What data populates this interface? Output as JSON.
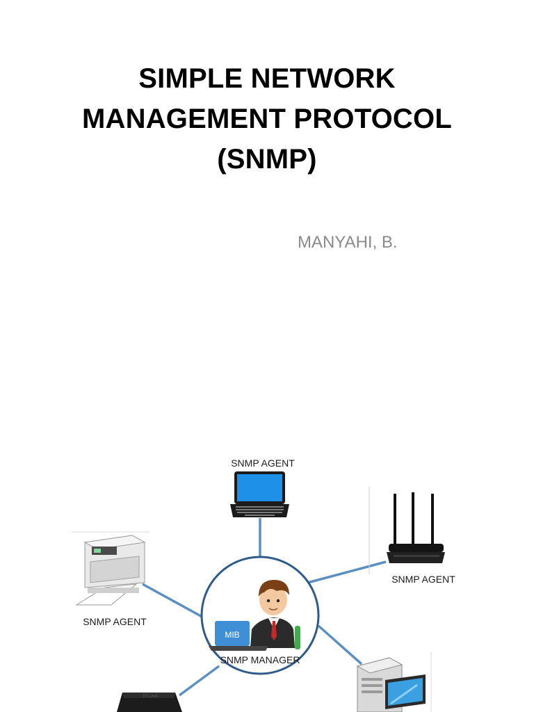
{
  "slide": {
    "title_lines": [
      "SIMPLE NETWORK",
      "MANAGEMENT PROTOCOL",
      "(SNMP)"
    ],
    "author": "MANYAHI, B."
  },
  "diagram": {
    "agent_top_label": "SNMP AGENT",
    "agent_router_label": "SNMP AGENT",
    "agent_printer_label": "SNMP AGENT",
    "manager_label": "SNMP MANAGER",
    "mib_label": "MIB",
    "switch_brand": "TP-LINK",
    "colors": {
      "link_line": "#5b8fbf",
      "manager_circle": "#2e5b8a",
      "laptop_screen": "#1e90e8",
      "mib_box": "#3f8fd6"
    }
  }
}
